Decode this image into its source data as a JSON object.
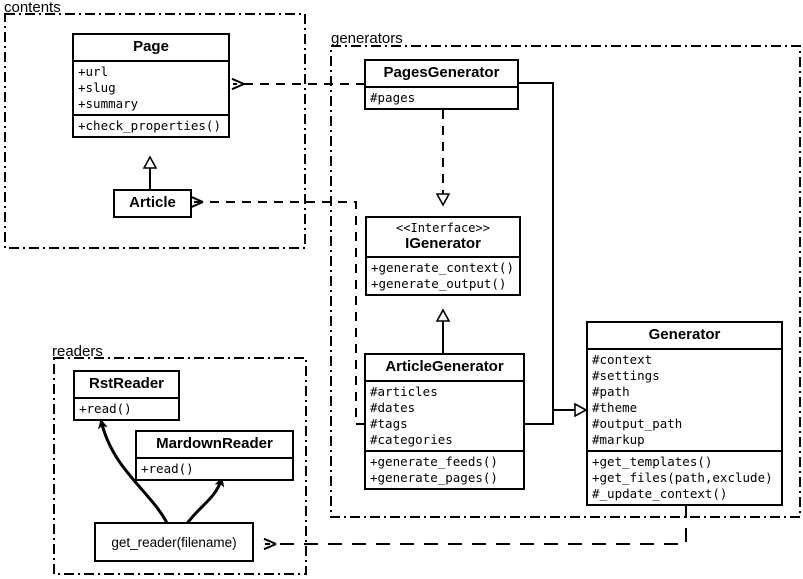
{
  "diagram": {
    "type": "uml-class-diagram",
    "background": "#ffffff",
    "line_color": "#000000"
  },
  "packages": [
    {
      "id": "contents",
      "label": "contents"
    },
    {
      "id": "generators",
      "label": "generators"
    },
    {
      "id": "readers",
      "label": "readers"
    }
  ],
  "classes": {
    "page": {
      "name": "Page",
      "attributes": [
        "+url",
        "+slug",
        "+summary"
      ],
      "methods": [
        "+check_properties()"
      ]
    },
    "article": {
      "name": "Article",
      "attributes": [],
      "methods": []
    },
    "pages_generator": {
      "name": "PagesGenerator",
      "attributes": [
        "#pages"
      ],
      "methods": []
    },
    "igenerator": {
      "stereotype": "<<Interface>>",
      "name": "IGenerator",
      "attributes": [],
      "methods": [
        "+generate_context()",
        "+generate_output()"
      ]
    },
    "article_generator": {
      "name": "ArticleGenerator",
      "attributes": [
        "#articles",
        "#dates",
        "#tags",
        "#categories"
      ],
      "methods": [
        "+generate_feeds()",
        "+generate_pages()"
      ]
    },
    "generator": {
      "name": "Generator",
      "attributes": [
        "#context",
        "#settings",
        "#path",
        "#theme",
        "#output_path",
        "#markup"
      ],
      "methods": [
        "+get_templates()",
        "+get_files(path,exclude)",
        "#_update_context()"
      ]
    },
    "rst_reader": {
      "name": "RstReader",
      "attributes": [],
      "methods": [
        "+read()"
      ]
    },
    "mardown_reader": {
      "name": "MardownReader",
      "attributes": [],
      "methods": [
        "+read()"
      ]
    }
  },
  "nodes": {
    "get_reader": {
      "label": "get_reader(filename)"
    }
  },
  "relations": [
    {
      "id": "article-inherits-page",
      "type": "generalization",
      "from": "Article",
      "to": "Page",
      "style": "solid"
    },
    {
      "id": "articlegenerator-impl-igenerator",
      "type": "realization",
      "from": "ArticleGenerator",
      "to": "IGenerator",
      "style": "solid"
    },
    {
      "id": "pagesgenerator-impl-igenerator",
      "type": "realization",
      "from": "PagesGenerator",
      "to": "IGenerator",
      "style": "dashed"
    },
    {
      "id": "pagesgenerator-inherits-generator",
      "type": "generalization",
      "from": "PagesGenerator",
      "to": "Generator",
      "style": "solid"
    },
    {
      "id": "articlegenerator-inherits-generator",
      "type": "generalization",
      "from": "ArticleGenerator",
      "to": "Generator",
      "style": "solid"
    },
    {
      "id": "pagesgenerator-uses-page",
      "type": "dependency",
      "from": "PagesGenerator",
      "to": "Page",
      "style": "dashed"
    },
    {
      "id": "articlegenerator-uses-article",
      "type": "dependency",
      "from": "ArticleGenerator",
      "to": "Article",
      "style": "dashed"
    },
    {
      "id": "generator-uses-get_reader",
      "type": "dependency",
      "from": "Generator",
      "to": "get_reader",
      "style": "dashed"
    },
    {
      "id": "get_reader-creates-rstreader",
      "type": "association",
      "from": "get_reader",
      "to": "RstReader",
      "style": "curved-solid"
    },
    {
      "id": "get_reader-creates-mardownreader",
      "type": "association",
      "from": "get_reader",
      "to": "MardownReader",
      "style": "curved-solid"
    }
  ]
}
